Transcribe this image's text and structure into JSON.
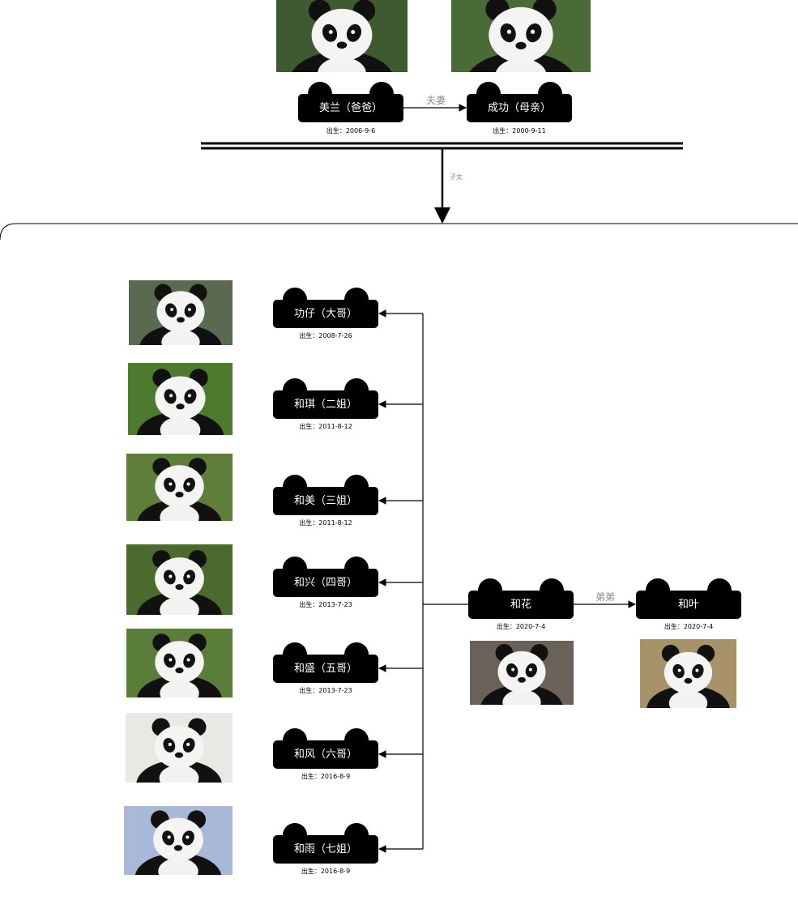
{
  "parents": {
    "father": {
      "name": "美兰（爸爸）",
      "birth": "出生：2006-9-6"
    },
    "mother": {
      "name": "成功（母亲）",
      "birth": "出生：2000-9-11"
    },
    "relation_label": "夫妻"
  },
  "children_label": "子女",
  "children": [
    {
      "name": "功仔（大哥）",
      "birth": "出生：2008-7-26"
    },
    {
      "name": "和琪（二姐）",
      "birth": "出生：2011-8-12"
    },
    {
      "name": "和美（三姐）",
      "birth": "出生：2011-8-12"
    },
    {
      "name": "和兴（四哥）",
      "birth": "出生：2013-7-23"
    },
    {
      "name": "和盛（五哥）",
      "birth": "出生：2013-7-23"
    },
    {
      "name": "和风（六哥）",
      "birth": "出生：2016-8-9"
    },
    {
      "name": "和雨（七姐）",
      "birth": "出生：2016-8-9"
    }
  ],
  "twins": {
    "hehua": {
      "name": "和花",
      "birth": "出生：2020-7-4"
    },
    "heye": {
      "name": "和叶",
      "birth": "出生：2020-7-4"
    },
    "relation_label": "弟弟"
  },
  "photo_subject": "giant-panda"
}
